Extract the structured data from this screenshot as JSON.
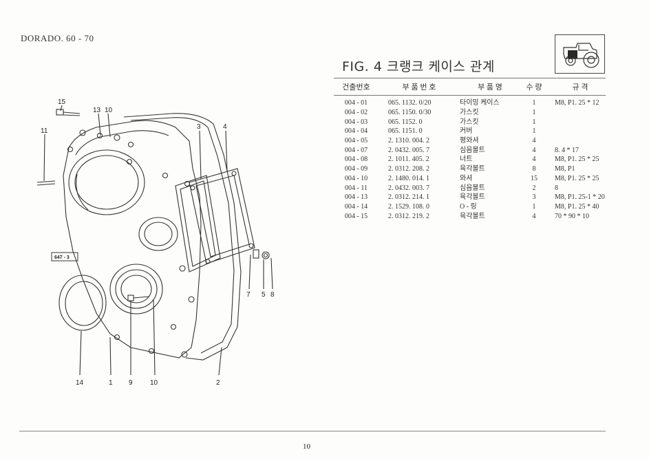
{
  "header": {
    "model": "DORADO. 60 - 70",
    "figure_title": "FIG. 4 크랭크 케이스 관계"
  },
  "thumbnail": {
    "icon": "tractor-icon"
  },
  "parts_table": {
    "columns": [
      "건출번호",
      "부 품 번 호",
      "부 품 명",
      "수 량",
      "규 격"
    ],
    "rows": [
      {
        "no": "004 - 01",
        "part_no": "065. 1132. 0/20",
        "name": "타이밍 케이스",
        "qty": "1",
        "spec": "M8,  P1. 25 * 12"
      },
      {
        "no": "004 - 02",
        "part_no": "065. 1150. 0/30",
        "name": "가스킷",
        "qty": "1",
        "spec": ""
      },
      {
        "no": "004 - 03",
        "part_no": "065. 1152. 0",
        "name": "가스킷",
        "qty": "1",
        "spec": ""
      },
      {
        "no": "004 - 04",
        "part_no": "065. 1151. 0",
        "name": "커버",
        "qty": "1",
        "spec": ""
      },
      {
        "no": "004 - 05",
        "part_no": "2. 1310. 004. 2",
        "name": "평와셔",
        "qty": "4",
        "spec": ""
      },
      {
        "no": "004 - 07",
        "part_no": "2. 0432. 005. 7",
        "name": "심음볼트",
        "qty": "4",
        "spec": "8. 4 * 17"
      },
      {
        "no": "004 - 08",
        "part_no": "2. 1011. 405. 2",
        "name": "너트",
        "qty": "4",
        "spec": "M8,  P1. 25 * 25"
      },
      {
        "no": "004 - 09",
        "part_no": "2. 0312. 208. 2",
        "name": "육각볼트",
        "qty": "8",
        "spec": "M8,  P1"
      },
      {
        "no": "004 - 10",
        "part_no": "2. 1480. 014. 1",
        "name": "와셔",
        "qty": "15",
        "spec": "M8,  P1. 25 * 25"
      },
      {
        "no": "004 - 11",
        "part_no": "2. 0432. 003. 7",
        "name": "심음볼트",
        "qty": "2",
        "spec": "8"
      },
      {
        "no": "004 - 13",
        "part_no": "2. 0312. 214. 1",
        "name": "육각볼트",
        "qty": "3",
        "spec": "M8,  P1. 25-1 * 20"
      },
      {
        "no": "004 - 14",
        "part_no": "2. 1529. 108. 0",
        "name": "O - 링",
        "qty": "1",
        "spec": "M8,  P1. 25 * 40"
      },
      {
        "no": "004 - 15",
        "part_no": "2. 0312. 219. 2",
        "name": "육각볼트",
        "qty": "4",
        "spec": "70 * 90 * 10"
      }
    ]
  },
  "diagram": {
    "reference_tag": "647 - 3",
    "callouts": [
      "15",
      "13",
      "10",
      "11",
      "3",
      "4",
      "7",
      "5",
      "8",
      "14",
      "1",
      "9",
      "10",
      "2"
    ]
  },
  "footer": {
    "page_number": "10"
  }
}
